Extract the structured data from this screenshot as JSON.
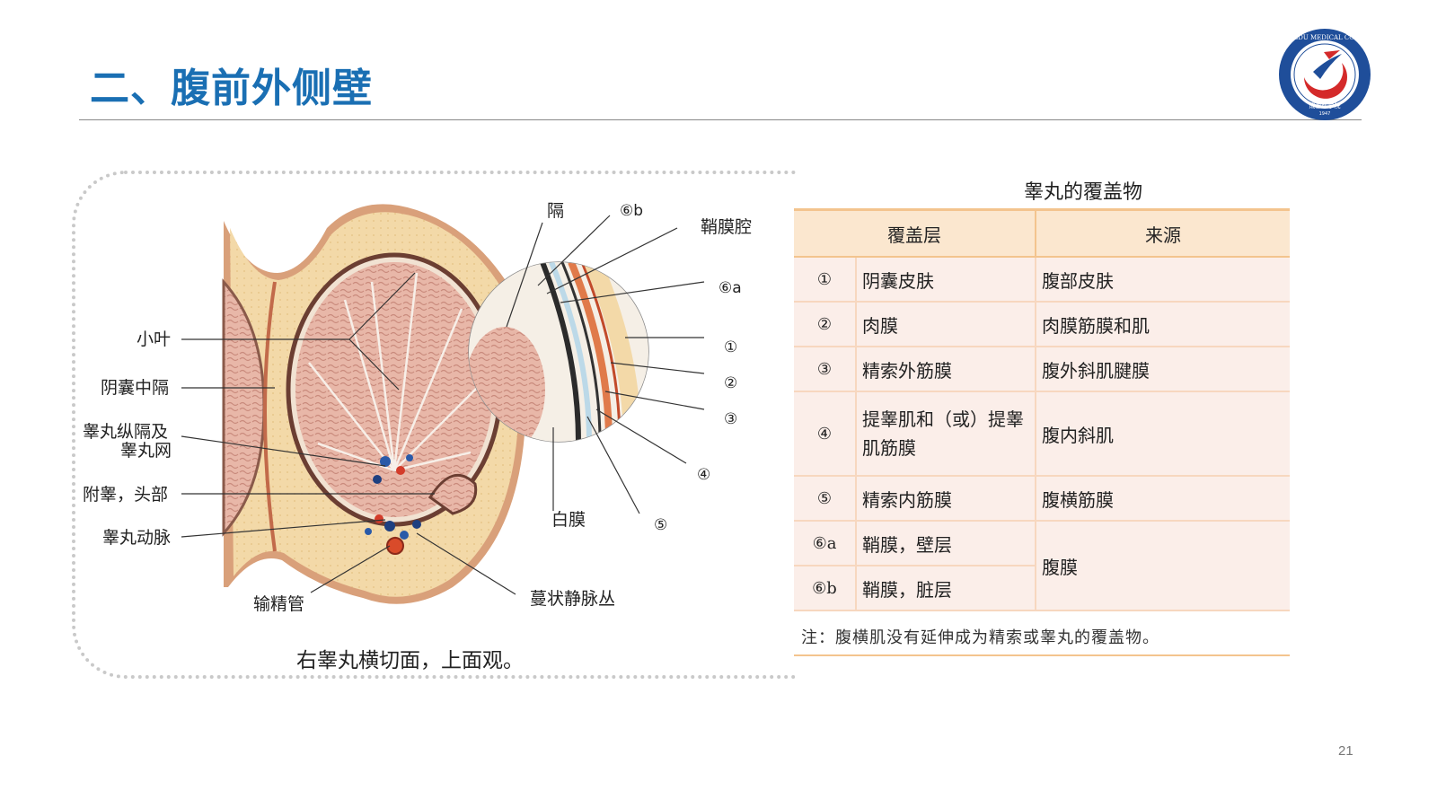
{
  "slide": {
    "title": "二、腹前外侧壁",
    "page_number": "21"
  },
  "logo": {
    "ring_text": "CHENGDU MEDICAL COLLEGE",
    "cn_text": "成都医学院",
    "year": "1947"
  },
  "figure": {
    "caption": "右睾丸横切面，上面观。",
    "labels": {
      "lobule": "小叶",
      "scrotal_septum": "阴囊中隔",
      "mediastinum_1": "睾丸纵隔及",
      "mediastinum_2": "睾丸网",
      "epididymis_head": "附睾，头部",
      "testicular_artery": "睾丸动脉",
      "vas_deferens": "输精管",
      "pampiniform": "蔓状静脉丛",
      "tunica_albuginea": "白膜",
      "septum": "隔",
      "vaginal_cavity": "鞘膜腔",
      "n6b": "⑥b",
      "n6a": "⑥a",
      "n1": "①",
      "n2": "②",
      "n3": "③",
      "n4": "④",
      "n5": "⑤"
    }
  },
  "table": {
    "title": "睾丸的覆盖物",
    "headers": [
      "覆盖层",
      "来源"
    ],
    "rows": [
      {
        "num": "①",
        "layer": "阴囊皮肤",
        "source": "腹部皮肤"
      },
      {
        "num": "②",
        "layer": "肉膜",
        "source": "肉膜筋膜和肌"
      },
      {
        "num": "③",
        "layer": "精索外筋膜",
        "source": "腹外斜肌腱膜"
      },
      {
        "num": "④",
        "layer": "提睾肌和（或）提睾肌筋膜",
        "source": "腹内斜肌"
      },
      {
        "num": "⑤",
        "layer": "精索内筋膜",
        "source": "腹横筋膜"
      },
      {
        "num": "⑥a",
        "layer": "鞘膜，壁层",
        "source": "腹膜"
      },
      {
        "num": "⑥b",
        "layer": "鞘膜，脏层",
        "source": ""
      }
    ],
    "note": "注：腹横肌没有延伸成为精索或睾丸的覆盖物。"
  },
  "colors": {
    "title_blue": "#1a6fb3",
    "table_header": "#fbe7cf",
    "table_body": "#fbeee9"
  }
}
